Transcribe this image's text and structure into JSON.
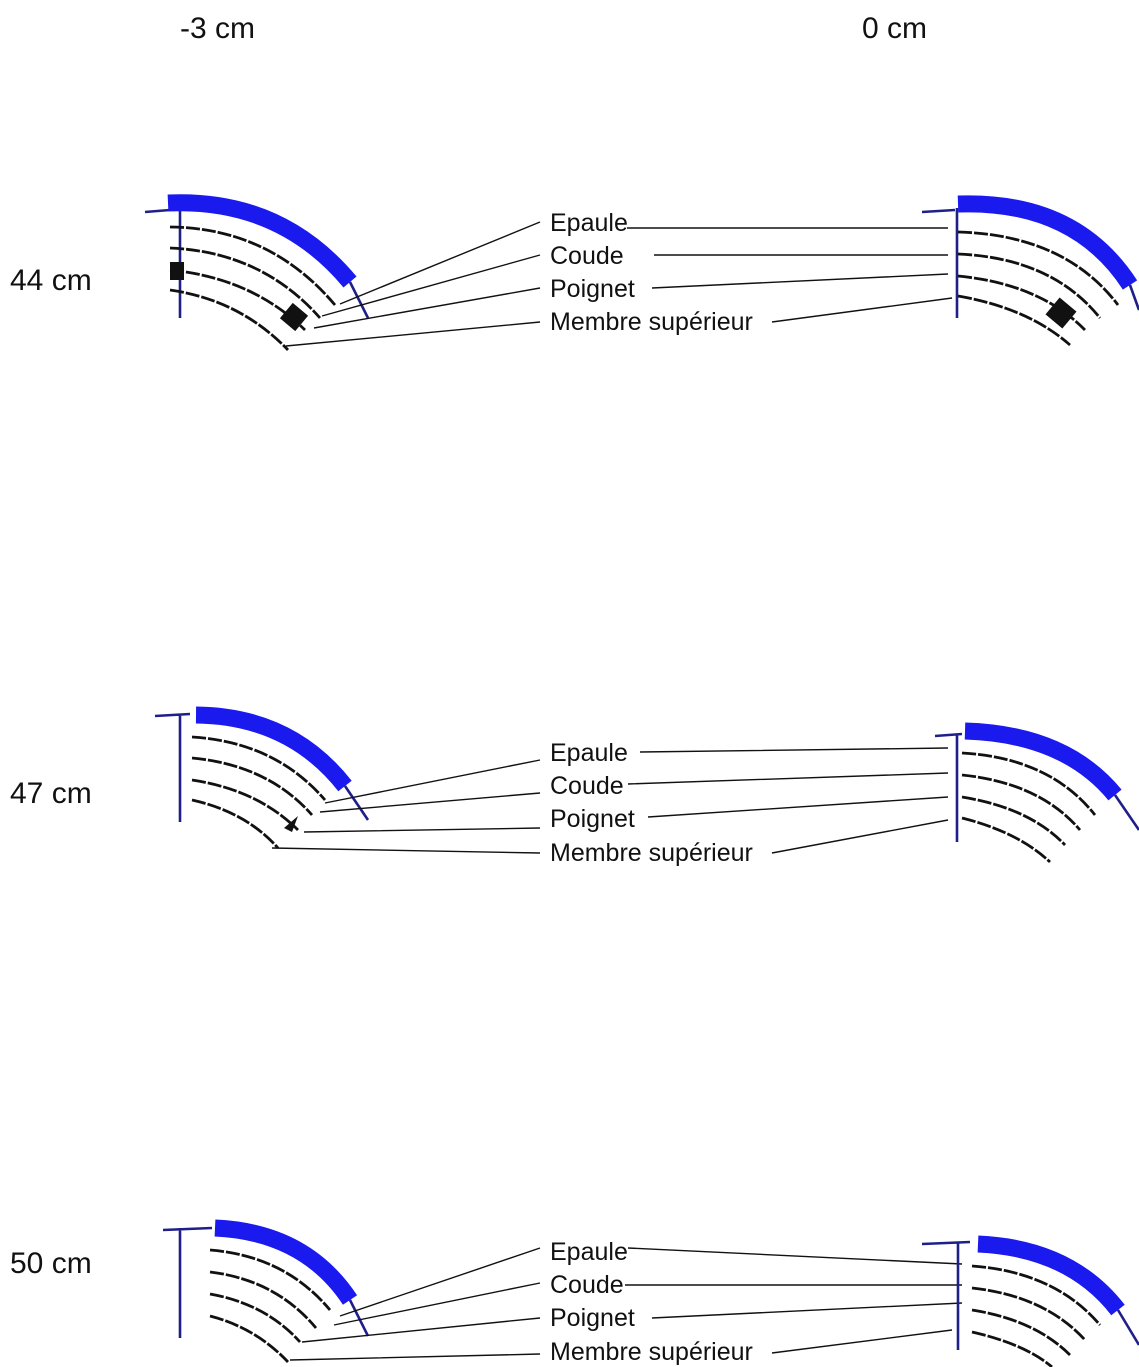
{
  "header": {
    "left_label": "-3 cm",
    "right_label": "0 cm"
  },
  "rows": [
    {
      "distance": "44 cm",
      "labels": [
        "Epaule",
        "Coude",
        "Poignet",
        "Membre supérieur"
      ]
    },
    {
      "distance": "47 cm",
      "labels": [
        "Epaule",
        "Coude",
        "Poignet",
        "Membre supérieur"
      ]
    },
    {
      "distance": "50 cm",
      "labels": [
        "Epaule",
        "Coude",
        "Poignet",
        "Membre supérieur"
      ]
    }
  ],
  "colors": {
    "shoulder_band": "#1a1aee",
    "axis": "#1f1f8a",
    "trajectory": "#111111"
  }
}
